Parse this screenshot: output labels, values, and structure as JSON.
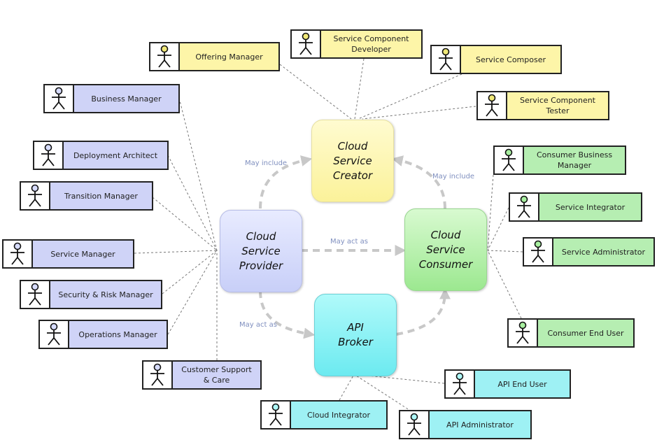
{
  "colors": {
    "creator": "#fff8b3",
    "provider": "#d6dbff",
    "consumer": "#b8f0b0",
    "broker": "#8ef4f4",
    "creator_label": "#fdf5a8",
    "provider_label": "#cfd3f7",
    "consumer_label": "#b6eeb2",
    "broker_label": "#9ef1f4",
    "creator_head": "#f0e878",
    "provider_head": "#d7dcff",
    "consumer_head": "#a8f0a0",
    "broker_head": "#aef8f8",
    "connector": "#c8c8c8",
    "dashed_line": "#777777",
    "relation_text": "#7f8fbf"
  },
  "hubs": {
    "creator": "Cloud\nService\nCreator",
    "provider": "Cloud\nService\nProvider",
    "consumer": "Cloud\nService\nConsumer",
    "broker": "API\nBroker"
  },
  "relations": {
    "provider_creator": "May include",
    "consumer_creator": "May include",
    "provider_consumer": "May act as",
    "provider_broker": "May act as"
  },
  "actors": {
    "offering_manager": "Offering Manager",
    "service_component_developer": "Service Component\nDeveloper",
    "service_composer": "Service Composer",
    "service_component_tester": "Service Component\nTester",
    "business_manager": "Business Manager",
    "deployment_architect": "Deployment  Architect",
    "transition_manager": "Transition Manager",
    "service_manager": "Service  Manager",
    "security_risk_manager": "Security & Risk Manager",
    "operations_manager": "Operations Manager",
    "customer_support_care": "Customer Support\n& Care",
    "consumer_business_manager": "Consumer Business\nManager",
    "service_integrator": "Service Integrator",
    "service_administrator": "Service Administrator",
    "consumer_end_user": "Consumer End User",
    "api_end_user": "API End User",
    "cloud_integrator": "Cloud Integrator",
    "api_administrator": "API Administrator"
  },
  "icons": {
    "actor": "stick-figure-icon"
  }
}
